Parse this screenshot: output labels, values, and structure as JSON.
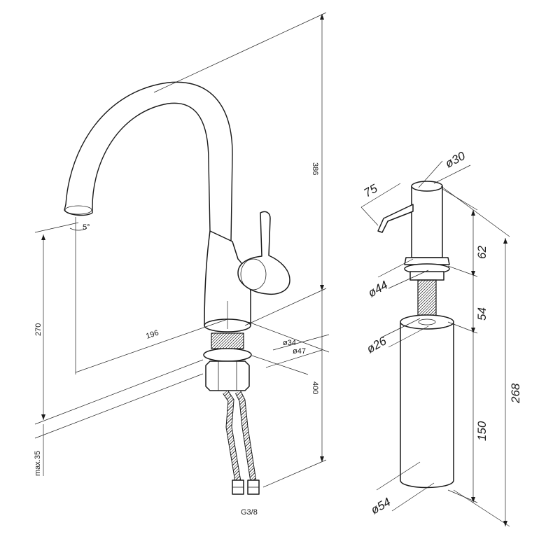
{
  "faucet": {
    "dimensions": {
      "height_total": "386",
      "spout_height": "270",
      "spout_reach": "196",
      "base_diameter_small": "ø34",
      "base_diameter_large": "ø47",
      "max_countertop": "max.35",
      "hose_length": "400",
      "thread": "G3/8",
      "spout_angle": "5°"
    }
  },
  "dispenser": {
    "dimensions": {
      "head_diameter": "ø30",
      "nozzle_length": "75",
      "head_height": "62",
      "collar_diameter": "ø44",
      "thread_length": "54",
      "thread_diameter": "ø26",
      "bottle_height": "150",
      "total_height": "268",
      "bottle_diameter": "ø54"
    }
  }
}
